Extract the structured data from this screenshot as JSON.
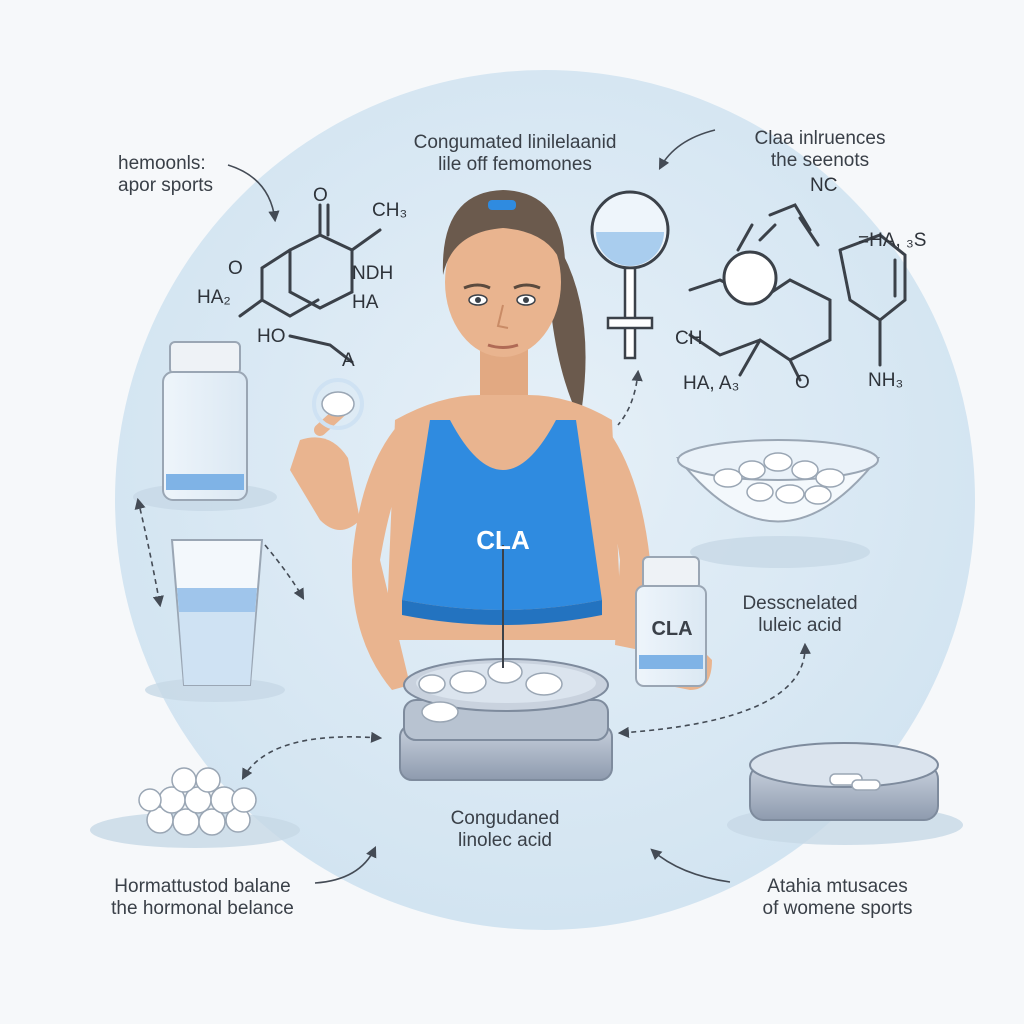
{
  "palette": {
    "background": "#f6f8fa",
    "circle": "#d9e8f3",
    "top_blue": "#2f8be0",
    "skin": "#e9b48f",
    "hair": "#6b5a4d",
    "metal": "#a9b4c4",
    "line": "#444b55"
  },
  "labels": {
    "top_left": [
      "hemoonls:",
      "apor sports"
    ],
    "top_center": [
      "Congumated linilelaanid",
      "lile off femomones"
    ],
    "top_right": [
      "Claa inlruences",
      "the seenots"
    ],
    "mid_right": [
      "Desscnelated",
      "luleic acid"
    ],
    "bottom_center": [
      "Congudaned",
      "linolec acid"
    ],
    "bottom_left": [
      "Hormattustod balane",
      "the hormonal belance"
    ],
    "bottom_right": [
      "Atahia mtusaces",
      "of womene sports"
    ]
  },
  "chem_left": {
    "o_top": "O",
    "ch3": "CH₃",
    "o_left": "O",
    "ndh": "NDH",
    "ha2": "HA₂",
    "ha": "HA",
    "ho": "HO",
    "a": "A"
  },
  "chem_right": {
    "nc": "NC",
    "ha_s": "=HA, ₃S",
    "ch": "CH",
    "ha_a": "HA, A₃",
    "o": "O",
    "nh3": "NH₃"
  },
  "shirt_text": "CLA",
  "bottle_text": "CLA",
  "icons": [
    "female-symbol-icon",
    "pill-icon",
    "supplement-bottle-icon",
    "water-glass-icon",
    "pill-bowl-icon",
    "pill-dish-icon",
    "pill-pile-icon"
  ]
}
